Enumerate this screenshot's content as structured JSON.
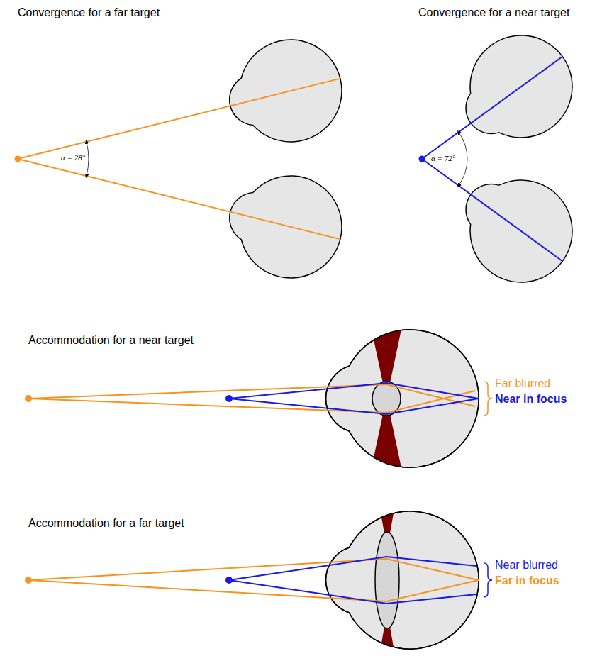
{
  "diagram": {
    "labels": [
      "Convergence for a far target",
      "α = 28°",
      "Convergence for a near target",
      "α = 72°",
      "Accommodation for a near target",
      "Far blurred",
      "Near in focus",
      "Accommodation for a far target",
      "Near blurred",
      "Far in focus"
    ]
  }
}
